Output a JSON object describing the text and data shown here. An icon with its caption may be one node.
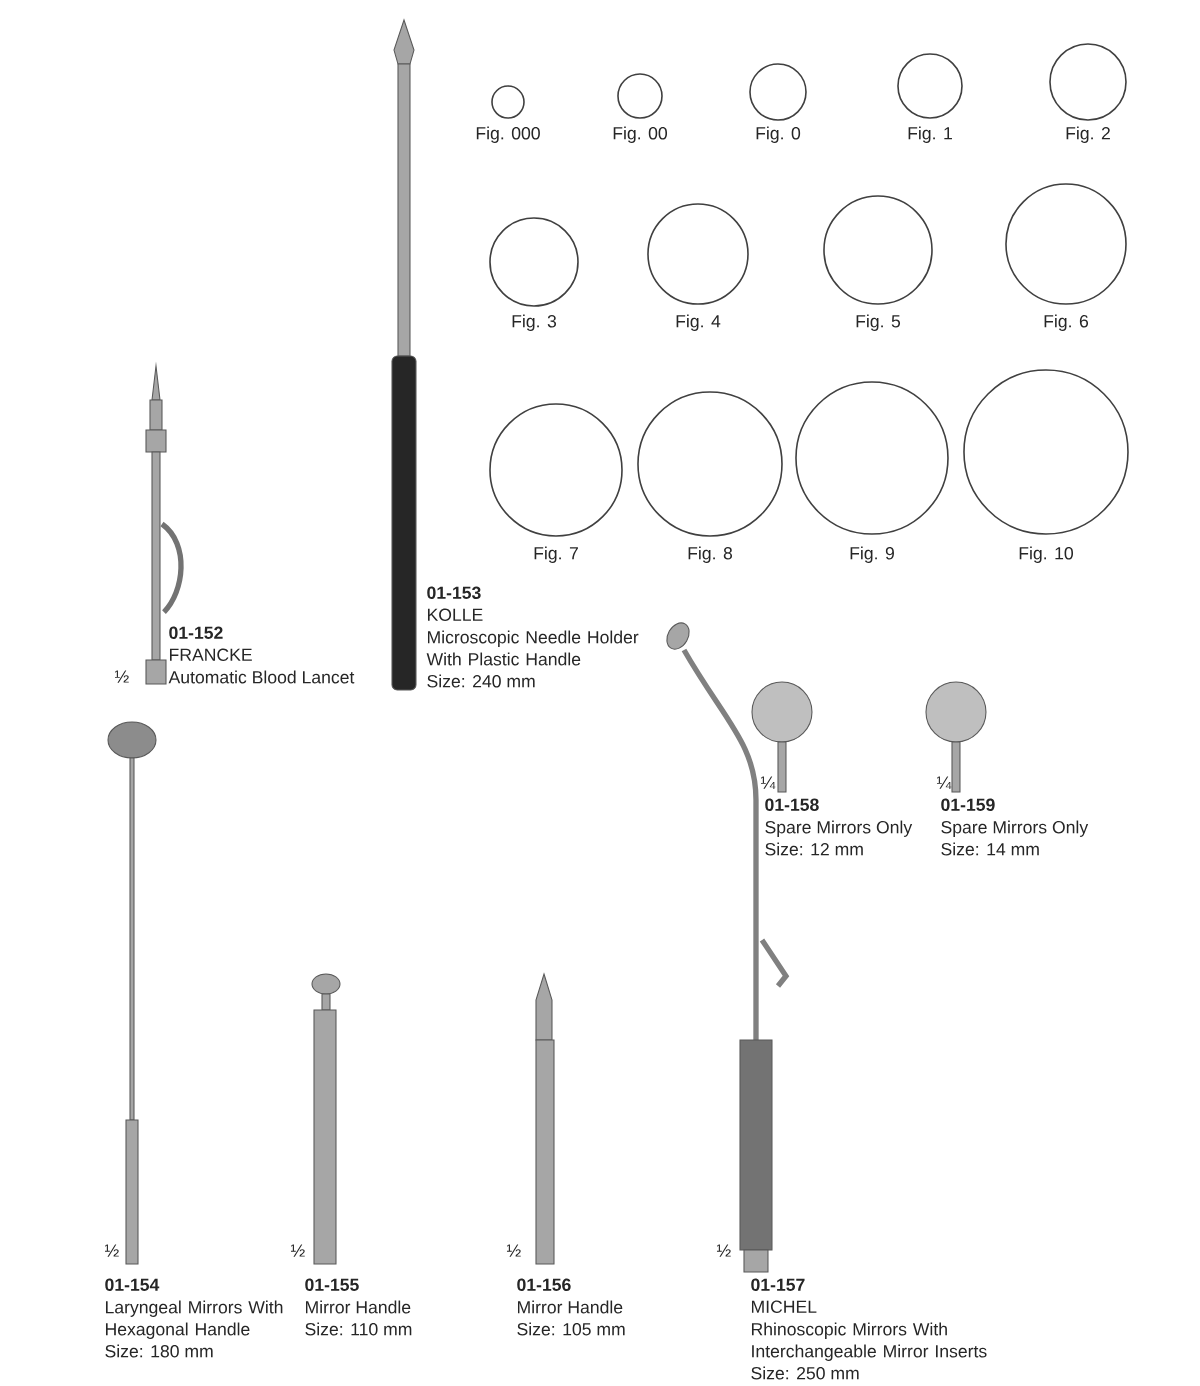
{
  "diagram": {
    "nodes": [
      {
        "text": [
          "Fig. 000"
        ]
      },
      {
        "text": [
          "Fig. 00"
        ]
      },
      {
        "text": [
          "Fig. 0"
        ]
      },
      {
        "text": [
          "Fig. 1"
        ]
      },
      {
        "text": [
          "Fig. 2"
        ]
      },
      {
        "text": [
          "Fig. 3"
        ]
      },
      {
        "text": [
          "Fig. 4"
        ]
      },
      {
        "text": [
          "Fig. 5"
        ]
      },
      {
        "text": [
          "Fig. 6"
        ]
      },
      {
        "text": [
          "Fig. 7"
        ]
      },
      {
        "text": [
          "Fig. 8"
        ]
      },
      {
        "text": [
          "Fig. 9"
        ]
      },
      {
        "text": [
          "Fig. 10"
        ]
      }
    ],
    "labels": [
      "01-152",
      "FRANCKE",
      "½",
      "Automatic Blood Lancet",
      "01-153",
      "KOLLE",
      "Microscopic Needle Holder With Plastic Handle",
      "Size: 240 mm",
      "¼",
      "01-158",
      "Spare Mirrors Only",
      "Size: 12 mm",
      "¼",
      "01-159",
      "Spare Mirrors Only",
      "Size: 14 mm",
      "½",
      "01-154",
      "Laryngeal Mirrors With Hexagonal Handle",
      "Size: 180 mm",
      "½",
      "01-155",
      "Mirror Handle",
      "Size: 110 mm",
      "½",
      "01-156",
      "Mirror Handle",
      "Size: 105 mm",
      "½",
      "01-157",
      "MICHEL",
      "Rhinoscopic Mirrors With Interchangeable Mirror Inserts",
      "Size: 250 mm"
    ]
  }
}
